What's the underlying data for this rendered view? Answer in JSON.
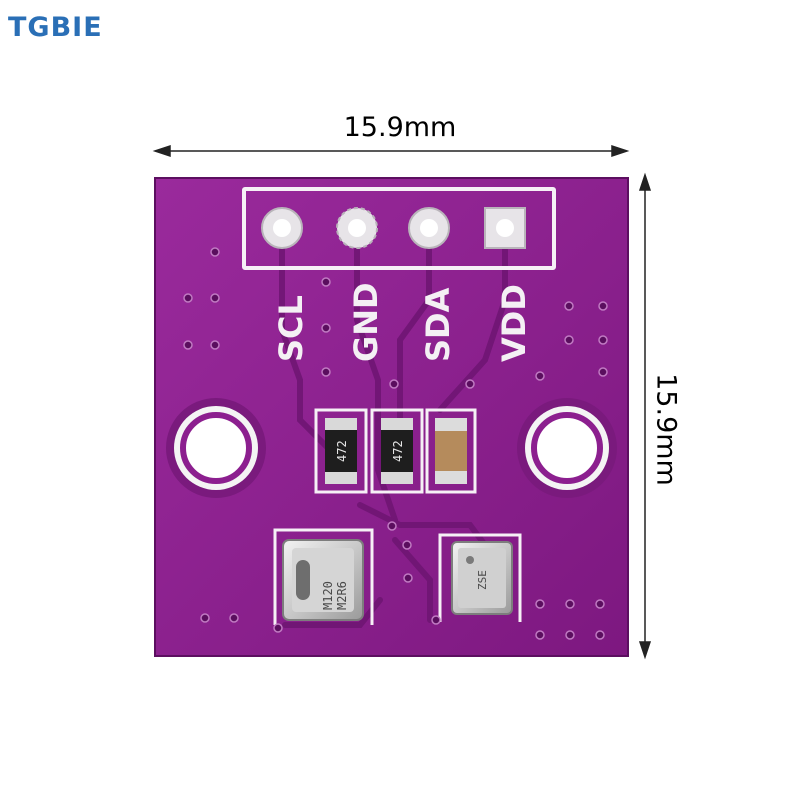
{
  "brand": {
    "text": "TGBIE",
    "color": "#2a6fb6"
  },
  "dimensions": {
    "width_label": "15.9mm",
    "height_label": "15.9mm"
  },
  "board": {
    "color": "#8c1f8f",
    "pins": [
      "SCL",
      "GND",
      "SDA",
      "VDD"
    ],
    "resistors": [
      "472",
      "472"
    ],
    "sensor_left_text": [
      "M120",
      "M2R6"
    ],
    "sensor_right_text": "ZSE"
  }
}
